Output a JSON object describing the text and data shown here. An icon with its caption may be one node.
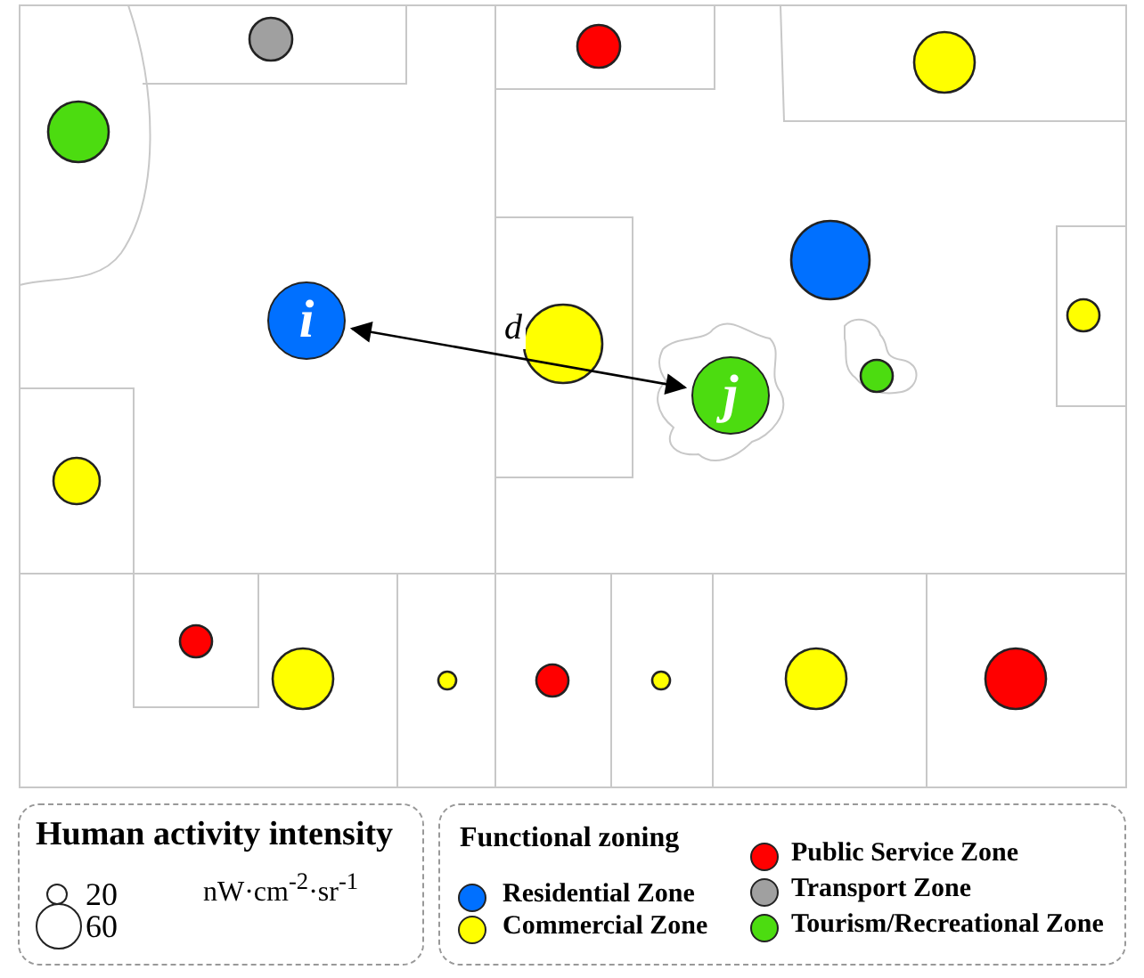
{
  "diagram": {
    "nodes": [
      {
        "text": [
          "i"
        ]
      },
      {
        "text": [
          "j"
        ]
      }
    ],
    "edges": [
      {
        "from": 0,
        "to": 1,
        "arrow": "both",
        "label": "d"
      }
    ],
    "labels": [
      "Human activity intensity",
      "nW·cm$^{-2}$·sr$^{-1}$",
      "Functional zoning"
    ],
    "legend": [
      {
        "text": "20"
      },
      {
        "text": "60"
      },
      {
        "text": "Residential Zone",
        "color": "#0070ff"
      },
      {
        "text": "Commercial Zone",
        "color": "#ffff00"
      },
      {
        "text": "Public Service Zone",
        "color": "#ff0000"
      },
      {
        "text": "Transport Zone",
        "color": "#a0a0a0"
      },
      {
        "text": "Tourism/Recreational Zone",
        "color": "#4cdc10"
      }
    ]
  }
}
